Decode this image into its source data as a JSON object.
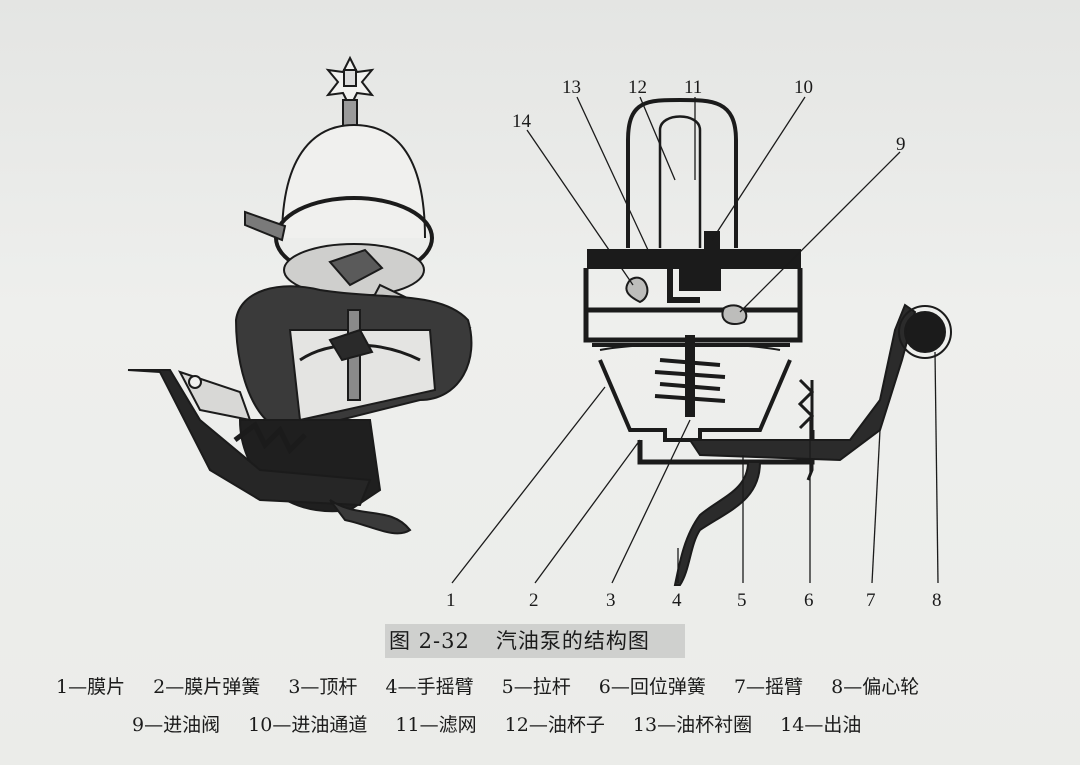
{
  "figure": {
    "caption_number": "图 2-32",
    "caption_title": "汽油泵的结构图"
  },
  "callout_numbers": [
    "1",
    "2",
    "3",
    "4",
    "5",
    "6",
    "7",
    "8",
    "9",
    "10",
    "11",
    "12",
    "13",
    "14"
  ],
  "legend": [
    {
      "num": "1",
      "sep": "—",
      "name": "膜片"
    },
    {
      "num": "2",
      "sep": "—",
      "name": "膜片弹簧"
    },
    {
      "num": "3",
      "sep": "—",
      "name": "顶杆"
    },
    {
      "num": "4",
      "sep": "—",
      "name": "手摇臂"
    },
    {
      "num": "5",
      "sep": "—",
      "name": "拉杆"
    },
    {
      "num": "6",
      "sep": "—",
      "name": "回位弹簧"
    },
    {
      "num": "7",
      "sep": "—",
      "name": "摇臂"
    },
    {
      "num": "8",
      "sep": "—",
      "name": "偏心轮"
    },
    {
      "num": "9",
      "sep": "—",
      "name": "进油阀"
    },
    {
      "num": "10",
      "sep": "—",
      "name": "进油通道"
    },
    {
      "num": "11",
      "sep": "—",
      "name": "滤网"
    },
    {
      "num": "12",
      "sep": "—",
      "name": "油杯子"
    },
    {
      "num": "13",
      "sep": "—",
      "name": "油杯衬圈"
    },
    {
      "num": "14",
      "sep": "—",
      "name": "出油"
    }
  ],
  "colors": {
    "ink": "#1b1b1b",
    "paper": "#e9eae8",
    "caption_bg": "#cfd0ce"
  }
}
